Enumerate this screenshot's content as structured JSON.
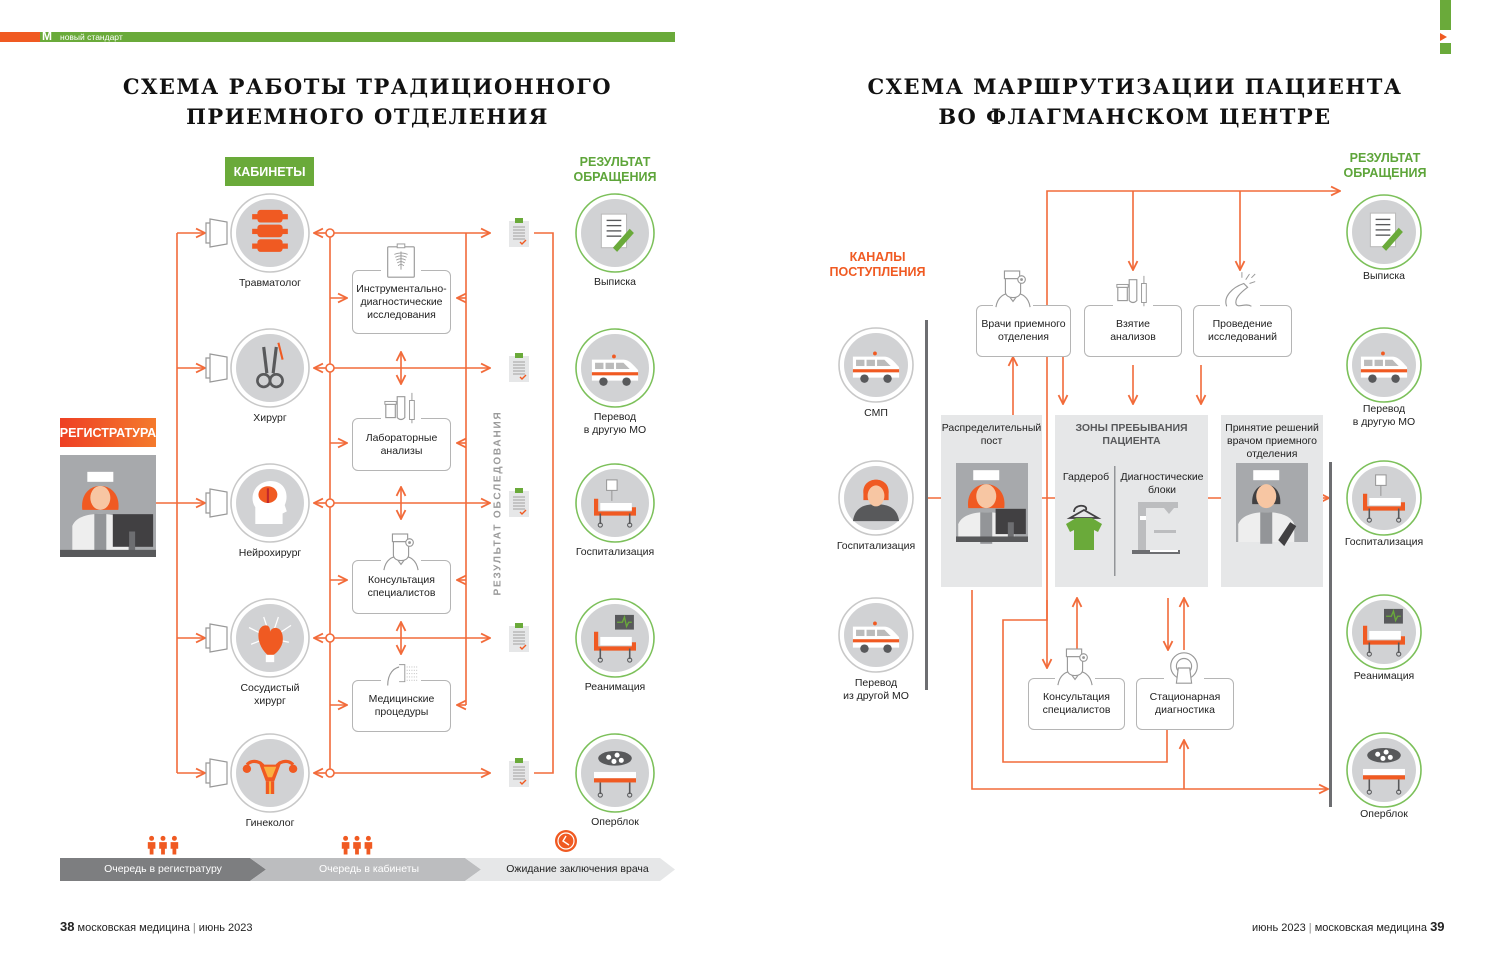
{
  "header": {
    "logo_letter": "М",
    "section": "новый стандарт"
  },
  "left": {
    "title_line1": "СХЕМА РАБОТЫ ТРАДИЦИОННОГО",
    "title_line2": "ПРИЕМНОГО ОТДЕЛЕНИЯ",
    "cabinets_header": "КАБИНЕТЫ",
    "registry_label": "РЕГИСТРАТУРА",
    "result_header_line1": "РЕЗУЛЬТАТ",
    "result_header_line2": "ОБРАЩЕНИЯ",
    "exam_result_vertical": "РЕЗУЛЬТАТ ОБСЛЕДОВАНИЯ",
    "cabinets": [
      {
        "label": "Травматолог",
        "icon": "spine-icon"
      },
      {
        "label": "Хирург",
        "icon": "scalpel-icon"
      },
      {
        "label": "Нейрохирург",
        "icon": "brain-head-icon"
      },
      {
        "label": "Сосудистый\nхирург",
        "icon": "heart-icon"
      },
      {
        "label": "Гинеколог",
        "icon": "uterus-icon"
      }
    ],
    "services": [
      {
        "label": "Инструментально-\nдиагностические\nисследования",
        "icon": "xray-icon"
      },
      {
        "label": "Лабораторные\nанализы",
        "icon": "lab-tubes-icon"
      },
      {
        "label": "Консультация\nспециалистов",
        "icon": "doctor-icon"
      },
      {
        "label": "Медицинские\nпроцедуры",
        "icon": "shower-icon"
      }
    ],
    "outcomes": [
      {
        "label": "Выписка",
        "icon": "discharge-document-icon"
      },
      {
        "label": "Перевод\nв другую МО",
        "icon": "ambulance-icon"
      },
      {
        "label": "Госпитализация",
        "icon": "hospital-bed-icon"
      },
      {
        "label": "Реанимация",
        "icon": "icu-bed-monitor-icon"
      },
      {
        "label": "Оперблок",
        "icon": "operating-table-icon"
      }
    ],
    "timeline": [
      {
        "label": "Очередь в регистратуру",
        "icon": "queue-people-icon"
      },
      {
        "label": "Очередь в кабинеты",
        "icon": "queue-people-icon"
      },
      {
        "label": "Ожидание заключения врача",
        "icon": "clock-icon"
      }
    ]
  },
  "right": {
    "title_line1": "СХЕМА МАРШРУТИЗАЦИИ ПАЦИЕНТА",
    "title_line2": "ВО ФЛАГМАНСКОМ ЦЕНТРЕ",
    "channels_header_line1": "КАНАЛЫ",
    "channels_header_line2": "ПОСТУПЛЕНИЯ",
    "result_header_line1": "РЕЗУЛЬТАТ",
    "result_header_line2": "ОБРАЩЕНИЯ",
    "channels": [
      {
        "label": "СМП",
        "icon": "ambulance-icon"
      },
      {
        "label": "Госпитализация",
        "icon": "patient-icon"
      },
      {
        "label": "Перевод\nиз другой МО",
        "icon": "ambulance-icon"
      }
    ],
    "top_services": [
      {
        "label": "Врачи приемного\nотделения",
        "icon": "doctor-icon"
      },
      {
        "label": "Взятие\nанализов",
        "icon": "lab-tubes-icon"
      },
      {
        "label": "Проведение\nисследований",
        "icon": "probe-icon"
      }
    ],
    "zones": {
      "distribution_post": "Распределительный\nпост",
      "stay_zones_title": "ЗОНЫ ПРЕБЫВАНИЯ\nПАЦИЕНТА",
      "wardrobe": "Гардероб",
      "diag_blocks": "Диагностические\nблоки",
      "decision": "Принятие решений\nврачом приемного\nотделения"
    },
    "bottom_services": [
      {
        "label": "Консультация\nспециалистов",
        "icon": "doctor-icon"
      },
      {
        "label": "Стационарная\nдиагностика",
        "icon": "mri-icon"
      }
    ],
    "outcomes": [
      {
        "label": "Выписка",
        "icon": "discharge-document-icon"
      },
      {
        "label": "Перевод\nв другую МО",
        "icon": "ambulance-icon"
      },
      {
        "label": "Госпитализация",
        "icon": "hospital-bed-icon"
      },
      {
        "label": "Реанимация",
        "icon": "icu-bed-monitor-icon"
      },
      {
        "label": "Оперблок",
        "icon": "operating-table-icon"
      }
    ]
  },
  "footer": {
    "left_page": "38",
    "left_text": "московская медицина",
    "left_date": "июнь 2023",
    "right_date": "июнь 2023",
    "right_text": "московская медицина",
    "right_page": "39"
  },
  "colors": {
    "orange": "#f05a22",
    "line_orange": "#f26b3a",
    "green": "#5ea53a",
    "grey_circle": "#d1d2d4",
    "dark_grey": "#58595b"
  }
}
